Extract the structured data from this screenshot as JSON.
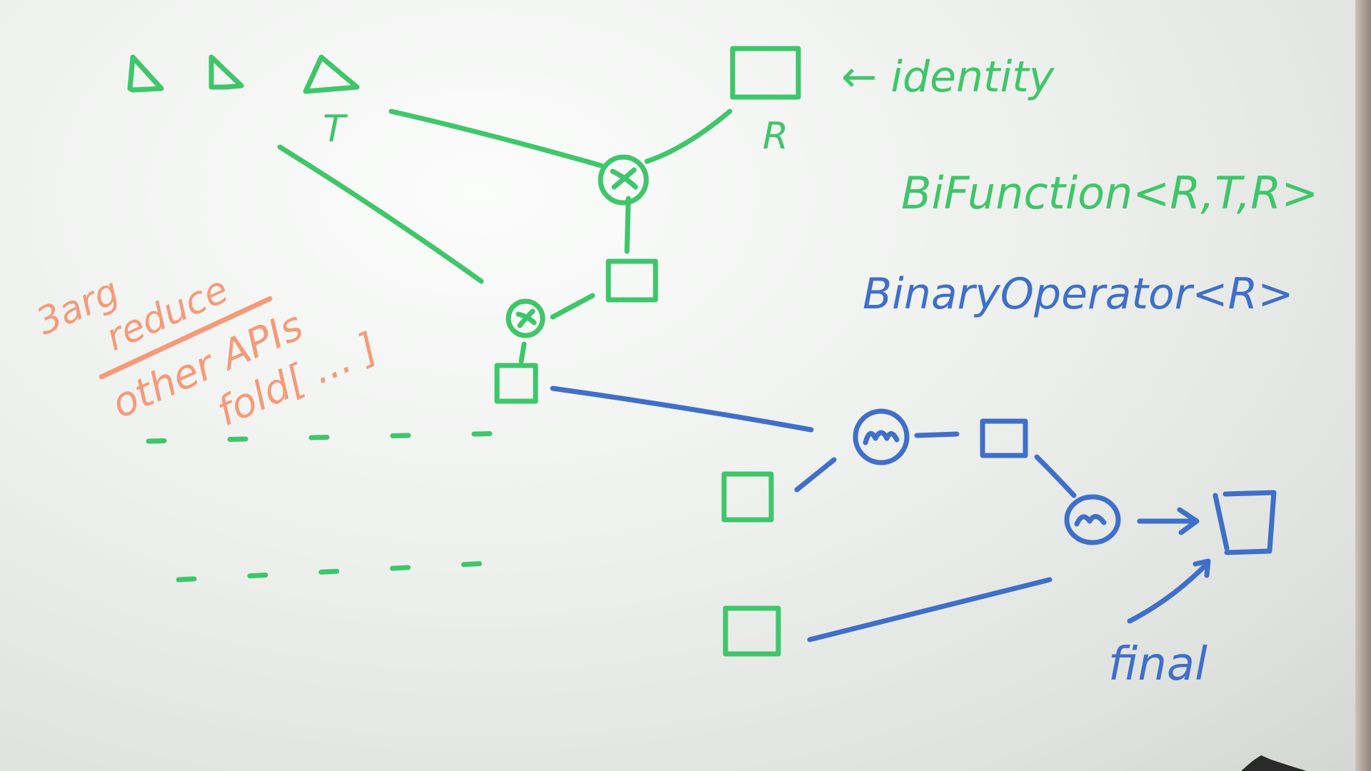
{
  "labels": {
    "identity": "← identity",
    "t": "T",
    "r": "R",
    "bifunction": "BiFunction<R,T,R>",
    "binary_operator": "BinaryOperator<R>",
    "three_arg": "3arg",
    "reduce": "reduce",
    "other_apis": "other APIs",
    "fold": "fold[ ... ]",
    "final": "final"
  },
  "colors": {
    "green": "#3fc66a",
    "blue": "#3f6fc9",
    "orange": "#f59a78",
    "board": "#f4f5f4"
  }
}
